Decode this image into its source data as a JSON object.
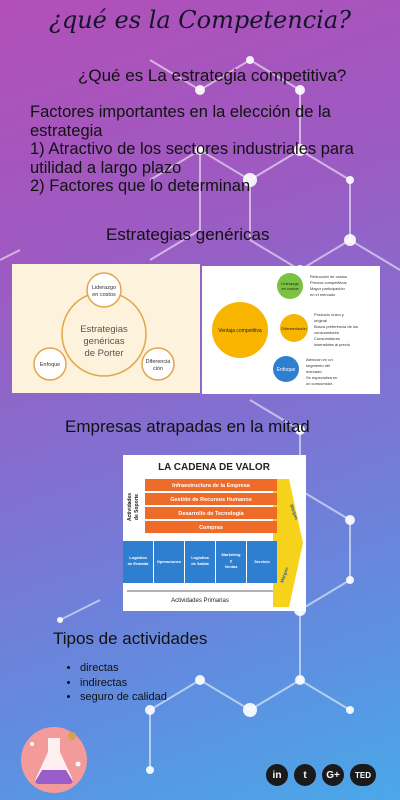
{
  "title": "¿qué es la Competencia?",
  "question": "¿Qué es La estrategia competitiva?",
  "factors": {
    "line1": "Factores importantes en la elección de la",
    "line2": "estrategia",
    "line3": "1) Atractivo de los sectores industriales para",
    "line4": "utilidad a largo plazo",
    "line5": "2) Factores que lo determinan"
  },
  "generic_heading": "Estrategias genéricas",
  "porter_diagram": {
    "center": [
      "Estrategias",
      "genéricas",
      "de Porter"
    ],
    "top": [
      "Liderazgo",
      "en costos"
    ],
    "left": "Enfoque",
    "right": [
      "Diferencia",
      "ción"
    ]
  },
  "advantage_diagram": {
    "center": "Ventaja competitiva",
    "node1": [
      "Liderazgo",
      "en costos"
    ],
    "node2": "Diferenciación",
    "node3": "Enfoque",
    "bullets1": [
      "Reducción de costos",
      "Precios competitivos",
      "Mayor participación",
      "en el mercado"
    ],
    "bullets2": [
      "Producto único y",
      "original",
      "Busca preferencia de los",
      "consumidores",
      "Consumidores",
      "insensibles al precio"
    ],
    "bullets3": [
      "Atención en un",
      "segmento del",
      "mercado.",
      "Se especializa en",
      "un consumidor."
    ]
  },
  "middle_heading": "Empresas atrapadas en la mitad",
  "value_chain": {
    "title": "LA CADENA DE VALOR",
    "support_label": [
      "Actividades",
      "de Soporte"
    ],
    "rows": [
      "Infraestructura de la Empresa",
      "Gestión de Recursos Humanos",
      "Desarrollo de Tecnología",
      "Compras"
    ],
    "primary": [
      [
        "Logística",
        "de Entrada"
      ],
      [
        "Operaciones"
      ],
      [
        "Logística",
        "de Salida"
      ],
      [
        "Marketing",
        "y",
        "Ventas"
      ],
      [
        "Servicio"
      ]
    ],
    "primary_label": "Actividades Primarias",
    "margin": "Margen"
  },
  "types_heading": "Tipos de actividades",
  "types": [
    "directas",
    "indirectas",
    "seguro de calidad"
  ],
  "social": {
    "linkedin": "in",
    "twitter": "t",
    "google": "G+",
    "ted": "TED"
  },
  "colors": {
    "orange": "#ef6b2a",
    "yellow": "#f7d21a",
    "blue": "#2f7fd0",
    "green": "#7cc242"
  }
}
